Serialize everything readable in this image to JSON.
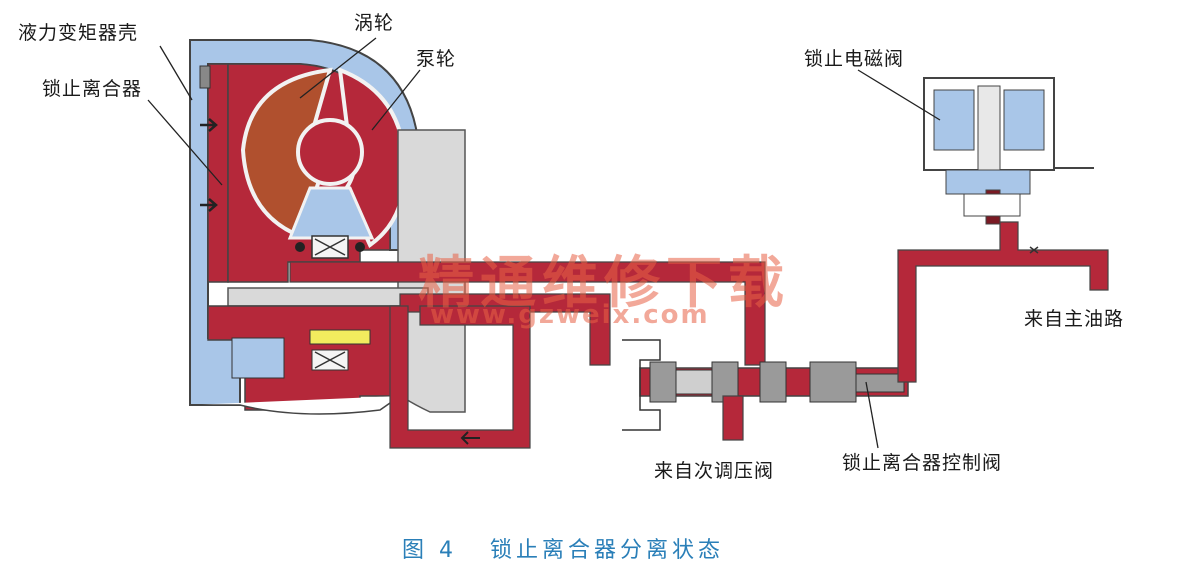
{
  "labels": {
    "converter_housing": "液力变矩器壳",
    "lockup_clutch": "锁止离合器",
    "turbine": "涡轮",
    "pump": "泵轮",
    "lockup_solenoid": "锁止电磁阀",
    "from_main_line": "来自主油路",
    "from_secondary_regulator": "来自次调压阀",
    "lockup_control_valve": "锁止离合器控制阀"
  },
  "caption": {
    "figure_no": "图 4",
    "title": "锁止离合器分离状态"
  },
  "watermark": {
    "site_name": "精通维修下载",
    "url": "www.gzweix.com"
  },
  "colors": {
    "oil_red": "#b5283a",
    "dark_red": "#7a1a24",
    "housing_blue": "#a9c6e8",
    "outline": "#444444",
    "turbine_brown": "#b0502e",
    "gray": "#d9d9d9",
    "yellow": "#f2ec5e",
    "caption_blue": "#2a7fb8"
  }
}
